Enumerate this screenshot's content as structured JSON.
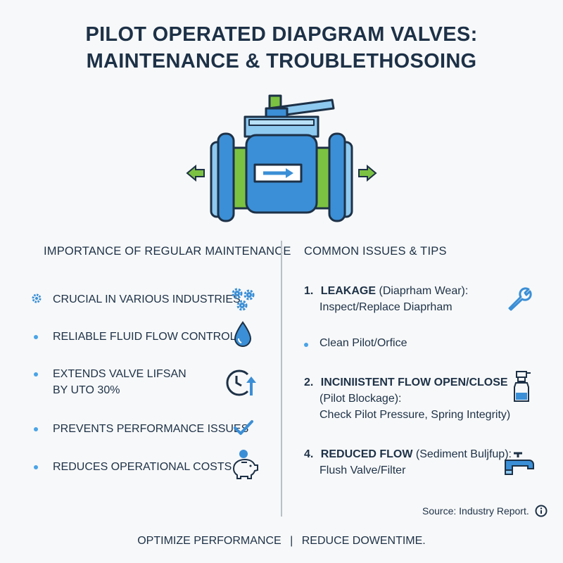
{
  "title": {
    "line1": "PILOT OPERATED DIAPGRAM VALVES:",
    "line2": "MAINTENANCE & TROUBLETHOSOING"
  },
  "left_section": {
    "heading": "IMPORTANCE OF REGULAR MAINTENANCE",
    "items": [
      {
        "text": "CRUCIAL IN VARIOUS INDUSTRIES",
        "icon": "gears-icon"
      },
      {
        "text": "RELIABLE FLUID FLOW CONTROL",
        "icon": "water-drop-icon"
      },
      {
        "text_line1": "EXTENDS VALVE LIFSAN",
        "text_line2": "BY UTO 30%",
        "icon": "clock-arrow-up-icon"
      },
      {
        "text": "PREVENTS PERFORMANCE ISSUES",
        "icon": "checkmark-icon"
      },
      {
        "text": "REDUCES OPERATIONAL COSTS",
        "icon": "piggy-bank-icon"
      }
    ]
  },
  "right_section": {
    "heading": "COMMON ISSUES & TIPS",
    "items": [
      {
        "number": "1.",
        "title": "LEAKAGE",
        "subtitle": "(Diaprham Wear):",
        "tip": "Inspect/Replace Diaprham",
        "icon": "wrench-icon"
      },
      {
        "bullet_text": "Clean Pilot/Orfice"
      },
      {
        "number": "2.",
        "title": "INCINIISTENT FLOW OPEN/CLOSE",
        "subtitle": "(Pilot Blockage):",
        "tip": "Check Pilot Pressure, Spring Integrity)",
        "icon": "spray-bottle-icon"
      },
      {
        "number": "4.",
        "title": "REDUCED FLOW",
        "subtitle": "(Sediment Buljfup):",
        "tip": "Flush Valve/Filter",
        "icon": "faucet-icon"
      }
    ]
  },
  "source": "Source: Industry Report.",
  "footer": {
    "left": "OPTIMIZE PERFORMANCE",
    "separator": "|",
    "right": "REDUCE DOWENTIME."
  },
  "colors": {
    "navy": "#1d3147",
    "blue": "#3b8fd6",
    "light_blue": "#8ec9f0",
    "green": "#7cc242",
    "divider": "#b8c0c8"
  }
}
